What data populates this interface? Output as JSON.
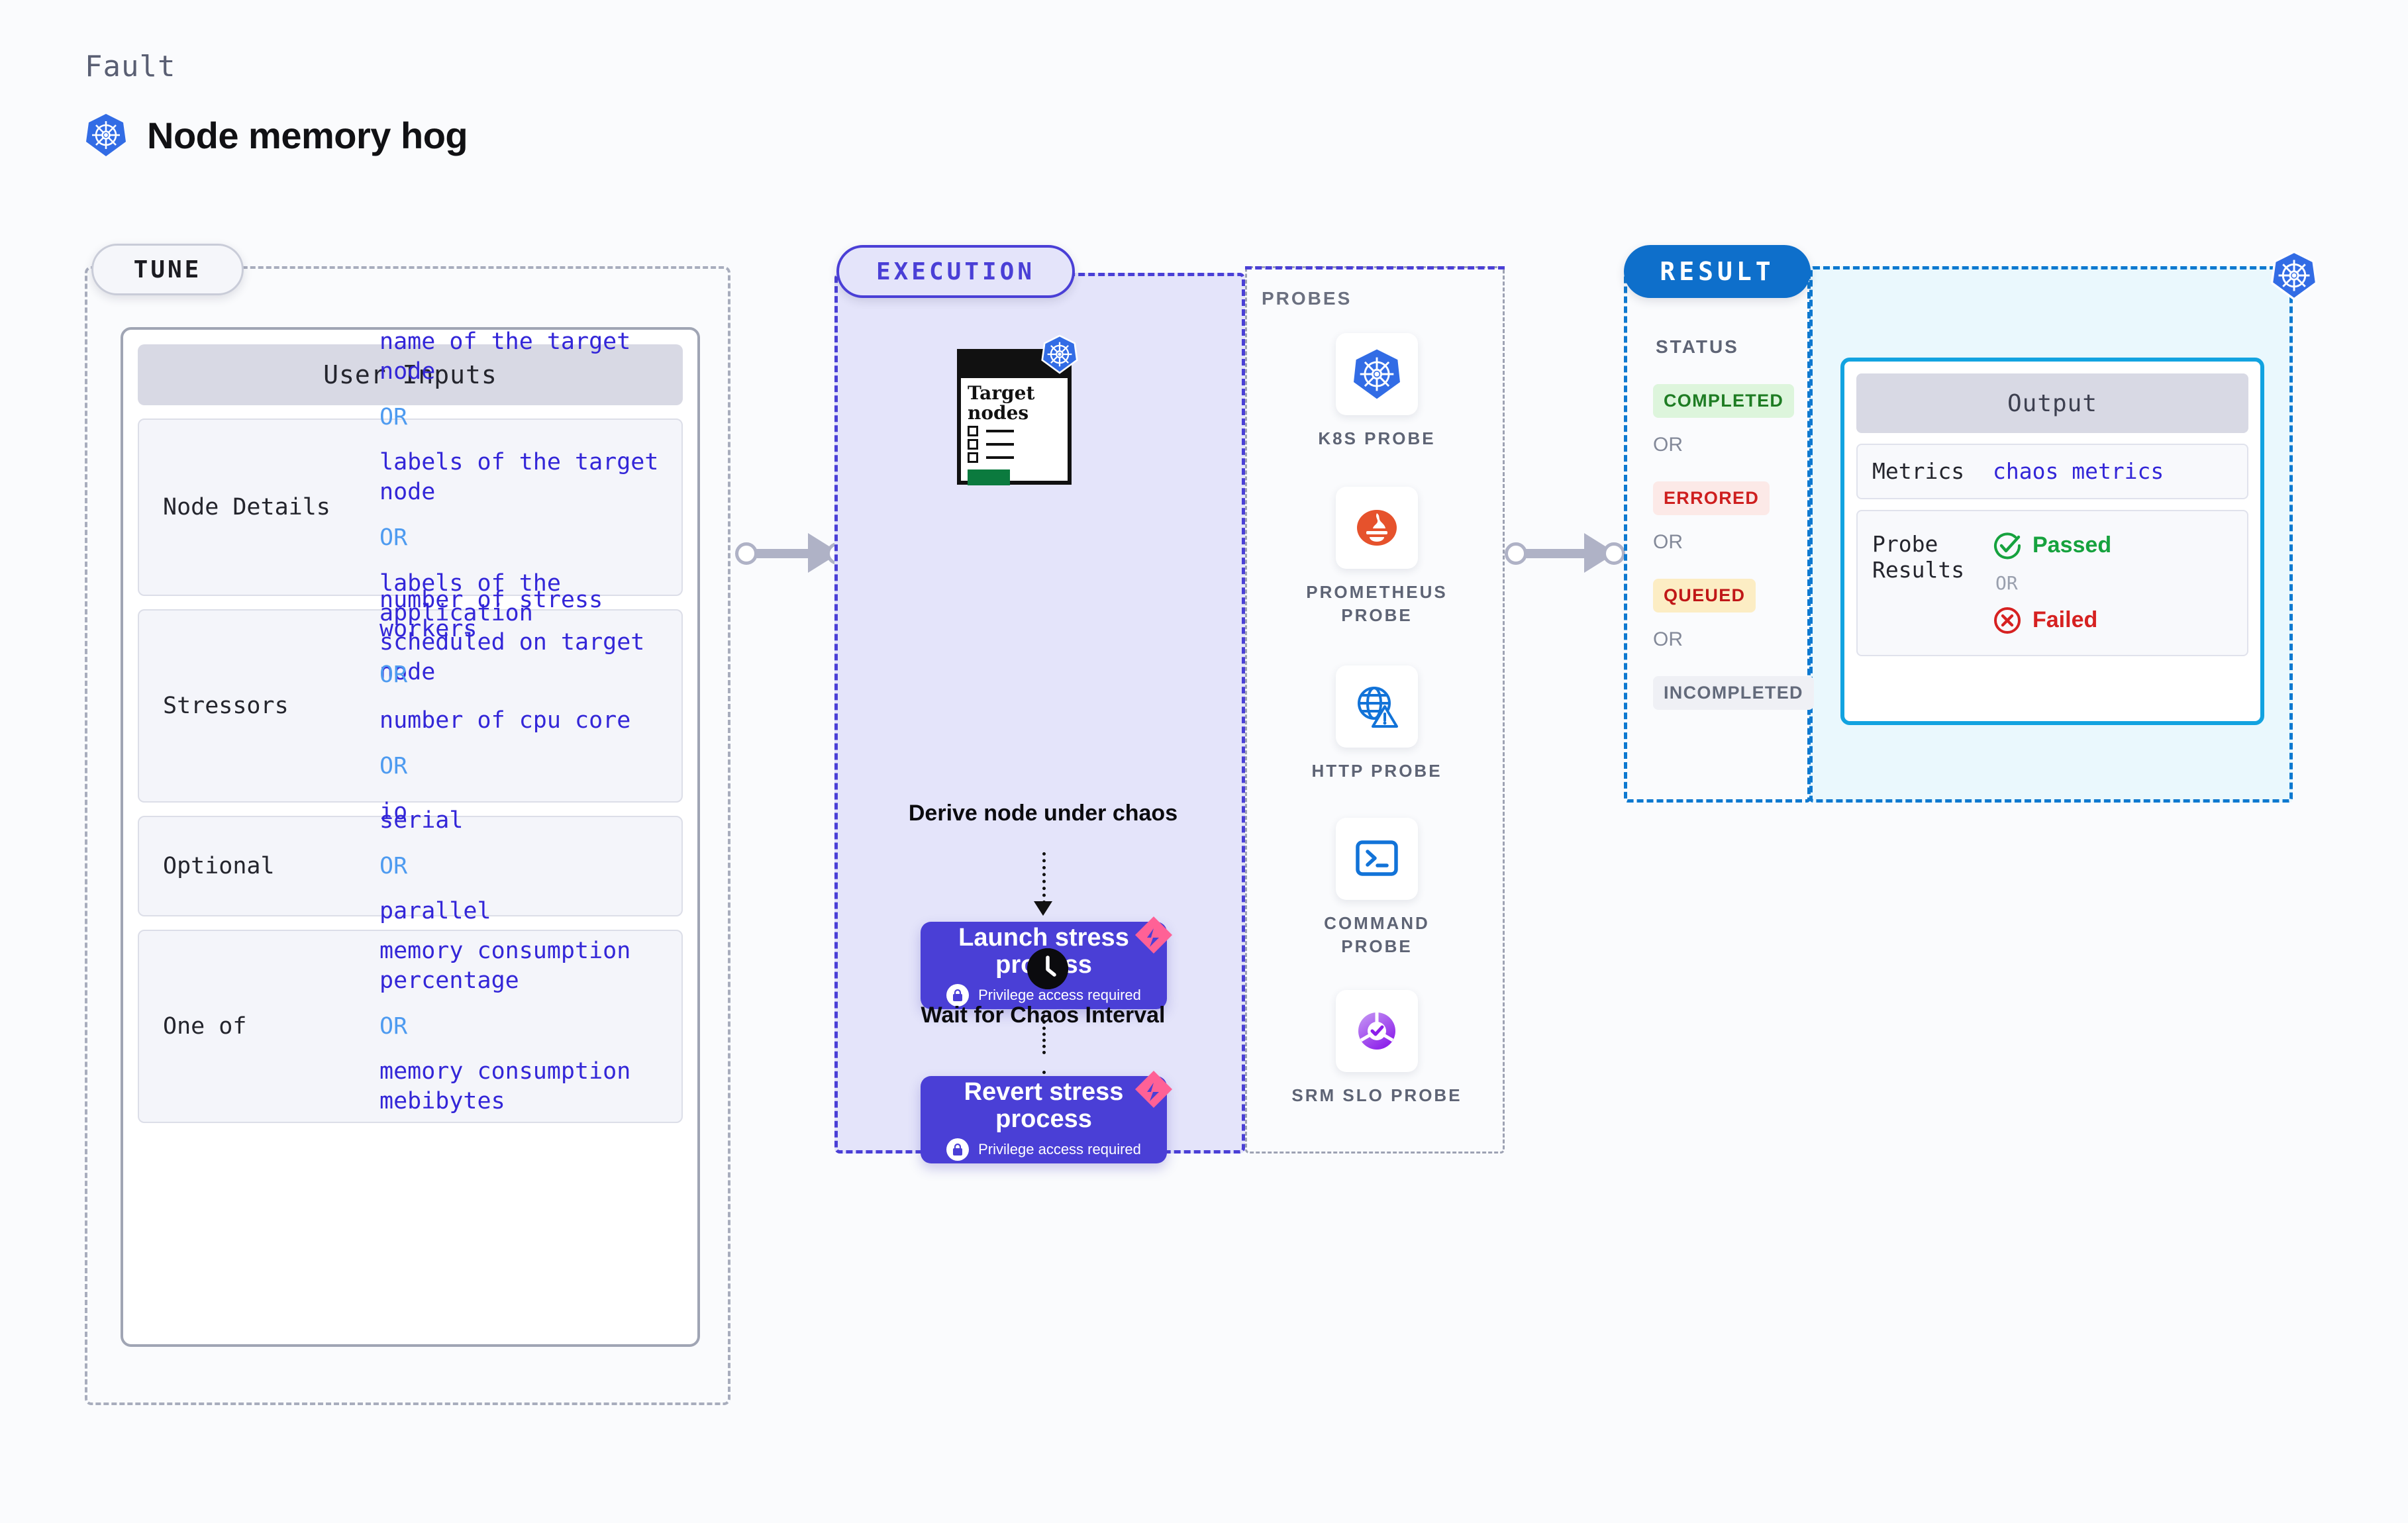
{
  "header": {
    "kicker": "Fault",
    "title": "Node memory hog",
    "icon": "kubernetes-icon"
  },
  "tune": {
    "pill_label": "TUNE",
    "card_title": "User Inputs",
    "groups": [
      {
        "label": "Node Details",
        "items": [
          {
            "type": "value",
            "text": "name of the target node"
          },
          {
            "type": "or",
            "text": "OR"
          },
          {
            "type": "value",
            "text": "labels of the target node"
          },
          {
            "type": "or",
            "text": "OR"
          },
          {
            "type": "value",
            "text": "labels of the application scheduled on target node"
          }
        ]
      },
      {
        "label": "Stressors",
        "items": [
          {
            "type": "value",
            "text": "number of stress workers"
          },
          {
            "type": "or",
            "text": "OR"
          },
          {
            "type": "value",
            "text": "number of cpu core"
          },
          {
            "type": "or",
            "text": "OR"
          },
          {
            "type": "value",
            "text": "io"
          }
        ]
      },
      {
        "label": "Optional",
        "items": [
          {
            "type": "value",
            "text": "serial"
          },
          {
            "type": "or",
            "text": "OR"
          },
          {
            "type": "value",
            "text": "parallel"
          }
        ]
      },
      {
        "label": "One of",
        "items": [
          {
            "type": "value",
            "text": "memory consumption percentage"
          },
          {
            "type": "or",
            "text": "OR"
          },
          {
            "type": "value",
            "text": "memory consumption mebibytes"
          }
        ]
      }
    ]
  },
  "execution": {
    "pill_label": "EXECUTION",
    "target_card": {
      "title_line1": "Target",
      "title_line2": "nodes",
      "icon": "kubernetes-icon"
    },
    "steps": [
      {
        "label": "Derive node under chaos"
      },
      {
        "title_line1": "Launch stress",
        "title_line2": "process",
        "sub": "Privilege access required",
        "icon": "lock-icon",
        "badge": "harness-ribbon"
      },
      {
        "label": "Wait for Chaos Interval",
        "icon": "clock-icon"
      },
      {
        "title_line1": "Revert stress",
        "title_line2": "process",
        "sub": "Privilege access required",
        "icon": "lock-icon",
        "badge": "harness-ribbon"
      }
    ]
  },
  "probes": {
    "title": "PROBES",
    "items": [
      {
        "name": "K8S PROBE",
        "icon": "kubernetes-icon"
      },
      {
        "name": "PROMETHEUS PROBE",
        "icon": "prometheus-icon"
      },
      {
        "name": "HTTP PROBE",
        "icon": "globe-warning-icon"
      },
      {
        "name": "COMMAND PROBE",
        "icon": "terminal-icon"
      },
      {
        "name": "SRM SLO PROBE",
        "icon": "srm-slo-icon"
      }
    ]
  },
  "result": {
    "pill_label": "RESULT",
    "status_title": "STATUS",
    "statuses": [
      {
        "label": "COMPLETED",
        "color": "#1E7C23",
        "bg": "#DDF5DC"
      },
      {
        "label": "OR"
      },
      {
        "label": "ERRORED",
        "color": "#CE1F1F",
        "bg": "#FCE9E7"
      },
      {
        "label": "OR"
      },
      {
        "label": "QUEUED",
        "color": "#C01717",
        "bg": "#FCEDC4"
      },
      {
        "label": "OR"
      },
      {
        "label": "INCOMPLETED",
        "color": "#636A7B",
        "bg": "#EFF0F5"
      }
    ],
    "or_label": "OR",
    "output": {
      "title": "Output",
      "metrics_label": "Metrics",
      "metrics_value": "chaos metrics",
      "probe_results_label_line1": "Probe",
      "probe_results_label_line2": "Results",
      "passed": "Passed",
      "or": "OR",
      "failed": "Failed"
    },
    "corner_icon": "kubernetes-icon"
  },
  "colors": {
    "accent_violet": "#4A3FD6",
    "accent_blue": "#0E6FCB",
    "accent_cyan": "#12A3E0",
    "value_blue": "#3326D8",
    "or_blue": "#4E9BF0",
    "pass_green": "#16A23E",
    "fail_red": "#D62121",
    "k8s_blue": "#326CE5",
    "prometheus_orange": "#E6522C",
    "ribbon_pink": "#FF6196"
  }
}
